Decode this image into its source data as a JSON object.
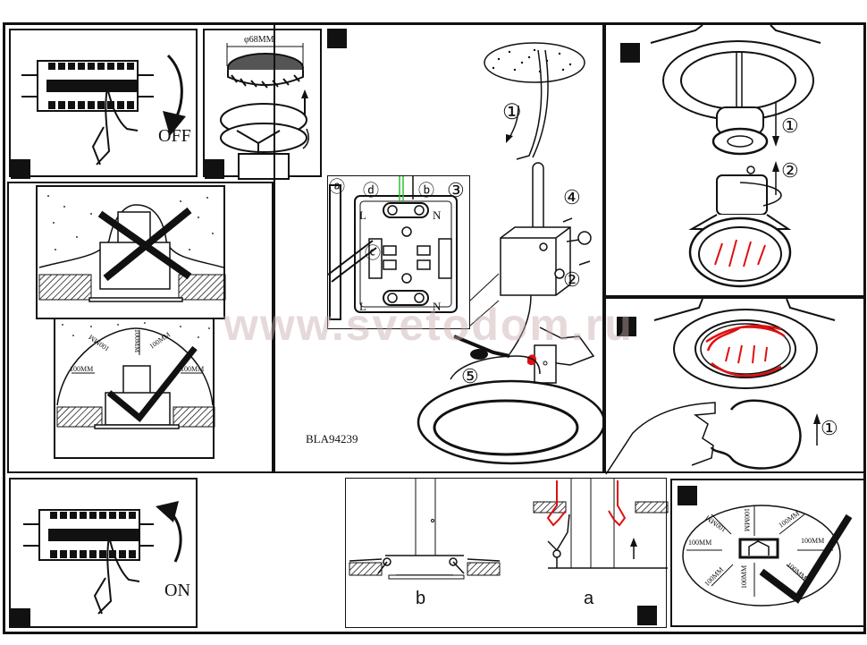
{
  "document": {
    "model_number": "BLA94239",
    "watermark": "www.svetodom.ru",
    "colors": {
      "ink": "#111111",
      "accent_red": "#e01010",
      "wire_green": "#2fbf2f",
      "watermark": "#c8aaaa"
    }
  },
  "panels": {
    "power_off": {
      "label": "OFF",
      "icon": "circuit-breaker-icon"
    },
    "power_on": {
      "label": "ON",
      "icon": "circuit-breaker-icon"
    },
    "hole_cut": {
      "diameter_label": "φ68MM"
    },
    "ceiling_wire": {
      "step": "①"
    },
    "wiring": {
      "callouts": [
        "ⓐ",
        "ⓓ",
        "ⓑ",
        "ⓒ"
      ],
      "steps": [
        "③",
        "④",
        "②",
        "⑤"
      ],
      "terminal_top_left": "L",
      "terminal_top_right": "N",
      "terminal_bottom_left": "L",
      "terminal_bottom_right": "N"
    },
    "bulb_replace": {
      "steps": [
        "①",
        "②"
      ]
    },
    "glass_insert": {
      "step": "①"
    },
    "clearance_side": {
      "labels": [
        "100MM",
        "100MM",
        "100MM",
        "100MM",
        "100MM"
      ]
    },
    "clearance_top": {
      "labels": [
        "100MM",
        "100MM",
        "100MM",
        "100MM",
        "100MM",
        "100MM",
        "100MM",
        "100MM"
      ]
    },
    "spring_clips": {
      "caption_b": "b",
      "caption_a": "a"
    }
  }
}
